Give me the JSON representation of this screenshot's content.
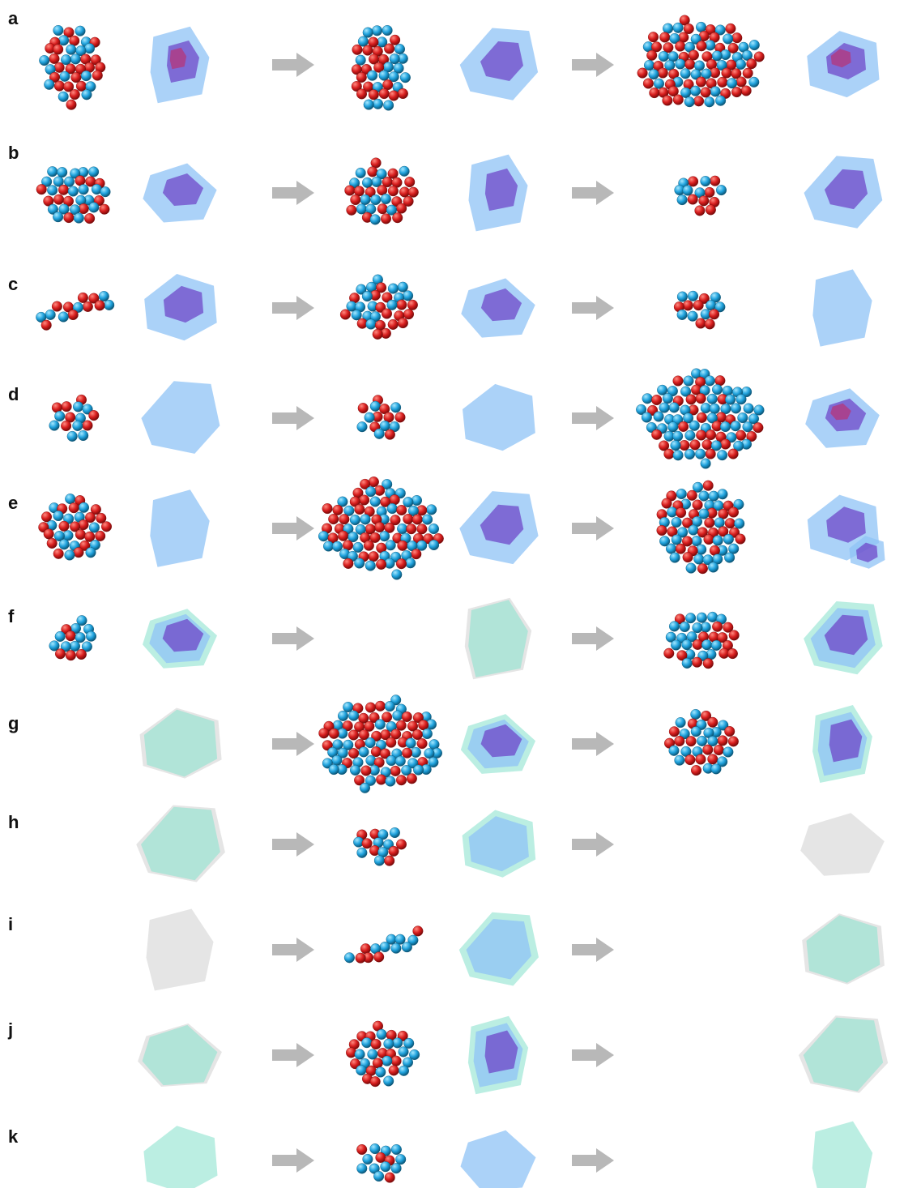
{
  "figure": {
    "colors": {
      "atom_red": "#d81e1e",
      "atom_blue": "#1fa2dd",
      "hull_blue": "#8fc3f5",
      "hull_purple": "#6b3fc6",
      "hull_crimson": "#c8235a",
      "hull_teal": "#8ee3cf",
      "hull_gray": "#cfcfcf",
      "arrow": "#b8b8b8"
    },
    "rows": [
      {
        "label": "a",
        "panels": [
          {
            "atoms": "dense-cluster",
            "hull": "blue-purple-crimson"
          },
          {
            "atoms": "dense-cluster",
            "hull": "blue-purple"
          },
          {
            "atoms": "large-cluster",
            "hull": "blue-purple-crimson"
          }
        ]
      },
      {
        "label": "b",
        "panels": [
          {
            "atoms": "cluster",
            "hull": "blue-purple"
          },
          {
            "atoms": "cluster",
            "hull": "blue-purple"
          },
          {
            "atoms": "small-cluster",
            "hull": "blue-purple"
          }
        ]
      },
      {
        "label": "c",
        "panels": [
          {
            "atoms": "chain",
            "hull": "blue-purple"
          },
          {
            "atoms": "cluster",
            "hull": "blue-purple"
          },
          {
            "atoms": "small-cluster",
            "hull": "blue"
          }
        ]
      },
      {
        "label": "d",
        "panels": [
          {
            "atoms": "small-cluster",
            "hull": "blue"
          },
          {
            "atoms": "small-cluster",
            "hull": "blue"
          },
          {
            "atoms": "large-cluster",
            "hull": "blue-purple-crimson"
          }
        ]
      },
      {
        "label": "e",
        "panels": [
          {
            "atoms": "cluster",
            "hull": "blue"
          },
          {
            "atoms": "large-cluster",
            "hull": "blue-purple"
          },
          {
            "atoms": "split-cluster",
            "hull": "blue-purple-split"
          }
        ]
      },
      {
        "label": "f",
        "panels": [
          {
            "atoms": "small-cluster",
            "hull": "teal-blue-purple"
          },
          {
            "atoms": "none",
            "hull": "teal-gray"
          },
          {
            "atoms": "cluster",
            "hull": "teal-blue-purple"
          }
        ]
      },
      {
        "label": "g",
        "panels": [
          {
            "atoms": "none",
            "hull": "teal-gray"
          },
          {
            "atoms": "large-cluster",
            "hull": "teal-blue-purple"
          },
          {
            "atoms": "cluster",
            "hull": "teal-blue-purple"
          }
        ]
      },
      {
        "label": "h",
        "panels": [
          {
            "atoms": "none",
            "hull": "teal-gray"
          },
          {
            "atoms": "small-cluster",
            "hull": "teal-blue"
          },
          {
            "atoms": "none",
            "hull": "gray"
          }
        ]
      },
      {
        "label": "i",
        "panels": [
          {
            "atoms": "none",
            "hull": "gray"
          },
          {
            "atoms": "chain",
            "hull": "teal-blue"
          },
          {
            "atoms": "none",
            "hull": "teal-gray"
          }
        ]
      },
      {
        "label": "j",
        "panels": [
          {
            "atoms": "none",
            "hull": "teal-gray"
          },
          {
            "atoms": "cluster",
            "hull": "teal-blue-purple"
          },
          {
            "atoms": "none",
            "hull": "teal-gray"
          }
        ]
      },
      {
        "label": "k",
        "panels": [
          {
            "atoms": "none",
            "hull": "teal"
          },
          {
            "atoms": "small-cluster",
            "hull": "blue"
          },
          {
            "atoms": "none",
            "hull": "teal"
          }
        ]
      }
    ]
  }
}
